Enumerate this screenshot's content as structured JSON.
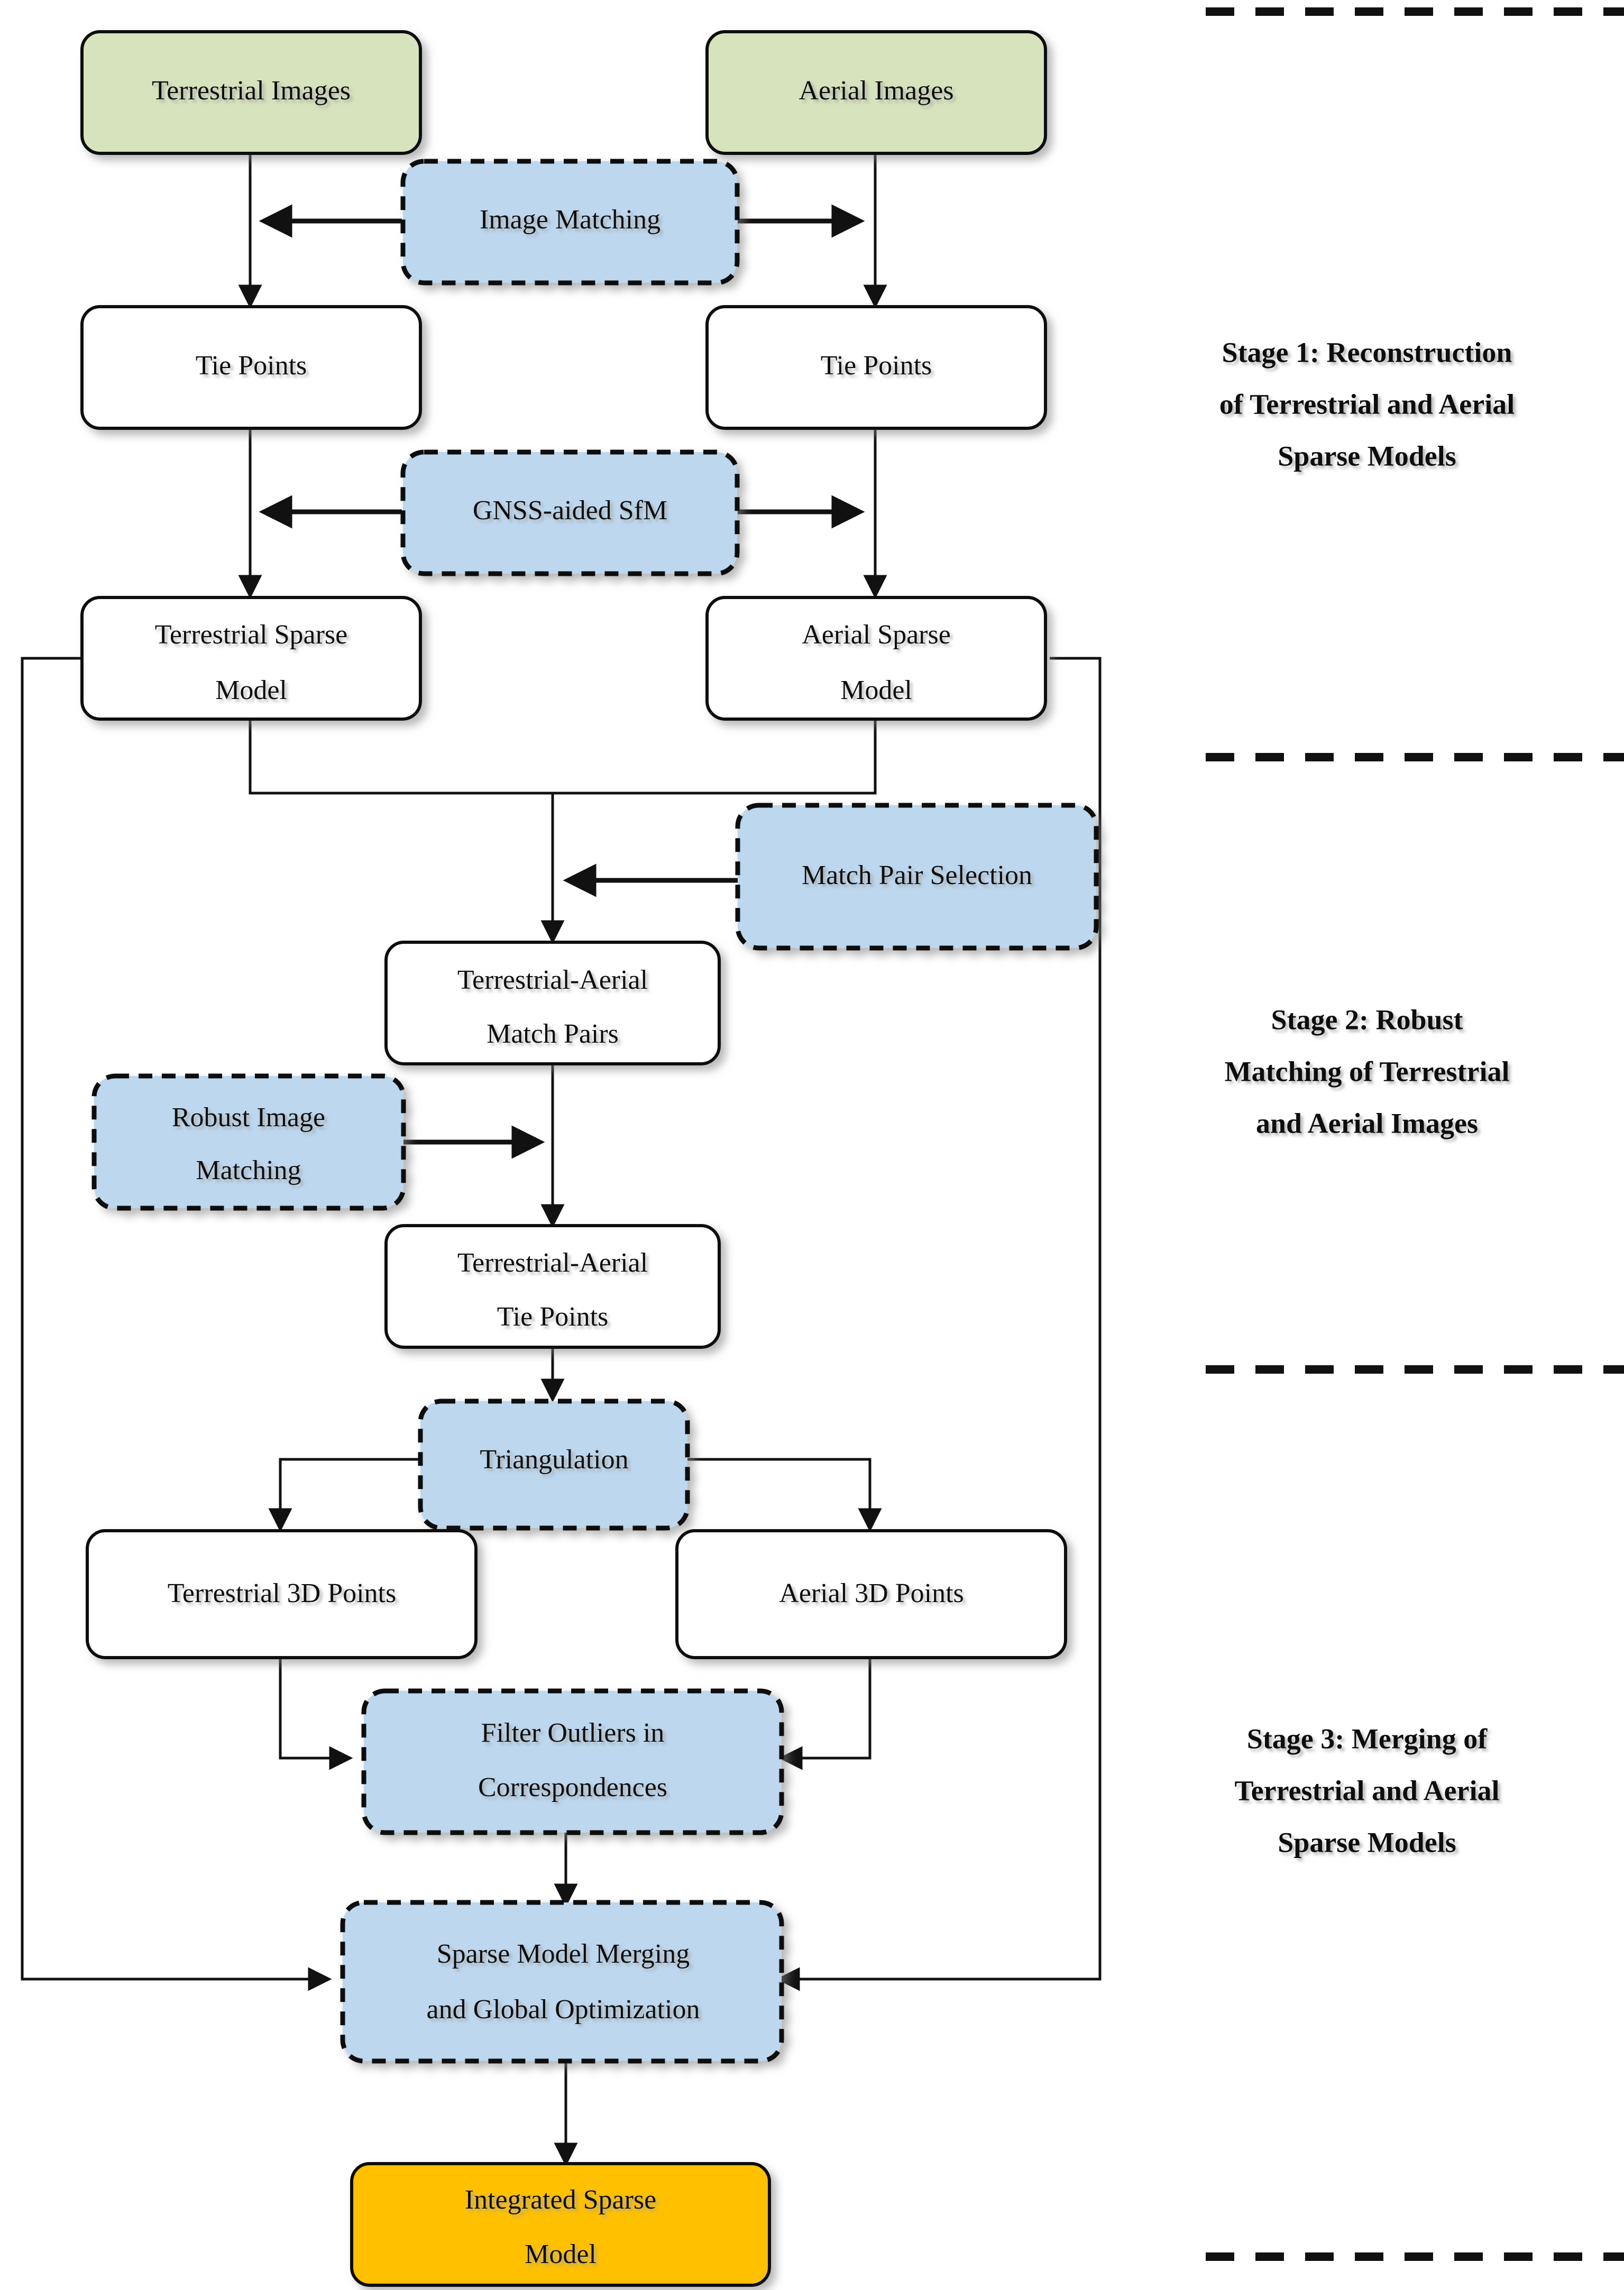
{
  "diagram": {
    "title": "Three-stage terrestrial and aerial sparse model integration workflow",
    "colors": {
      "input_green": "#d6e3bc",
      "process_blue": "#bcd7ee",
      "output_orange": "#ffc000",
      "data_white": "#ffffff",
      "line_black": "#111111"
    },
    "nodes": {
      "terrestrial_images": "Terrestrial Images",
      "aerial_images": "Aerial Images",
      "image_matching": "Image Matching",
      "tie_points_left": "Tie Points",
      "tie_points_right": "Tie Points",
      "gnss_aided_sfm": "GNSS-aided SfM",
      "terrestrial_sparse_model_line1": "Terrestrial Sparse",
      "terrestrial_sparse_model_line2": "Model",
      "aerial_sparse_model_line1": "Aerial Sparse",
      "aerial_sparse_model_line2": "Model",
      "match_pair_selection": "Match Pair Selection",
      "terrestrial_aerial_match_pairs_line1": "Terrestrial-Aerial",
      "terrestrial_aerial_match_pairs_line2": "Match Pairs",
      "robust_image_matching_line1": "Robust Image",
      "robust_image_matching_line2": "Matching",
      "terrestrial_aerial_tie_points_line1": "Terrestrial-Aerial",
      "terrestrial_aerial_tie_points_line2": "Tie Points",
      "triangulation": "Triangulation",
      "terrestrial_3d_points": "Terrestrial 3D Points",
      "aerial_3d_points": "Aerial 3D Points",
      "filter_outliers_line1": "Filter Outliers in",
      "filter_outliers_line2": "Correspondences",
      "sparse_model_merging_line1": "Sparse Model Merging",
      "sparse_model_merging_line2": "and Global Optimization",
      "integrated_sparse_model_line1": "Integrated Sparse",
      "integrated_sparse_model_line2": "Model"
    },
    "stages": [
      {
        "id": "stage-1",
        "line1": "Stage 1: Reconstruction",
        "line2": "of Terrestrial and Aerial",
        "line3": "Sparse Models"
      },
      {
        "id": "stage-2",
        "line1": "Stage 2: Robust",
        "line2": "Matching of Terrestrial",
        "line3": "and Aerial Images"
      },
      {
        "id": "stage-3",
        "line1": "Stage 3: Merging of",
        "line2": "Terrestrial and Aerial",
        "line3": "Sparse Models"
      }
    ]
  }
}
